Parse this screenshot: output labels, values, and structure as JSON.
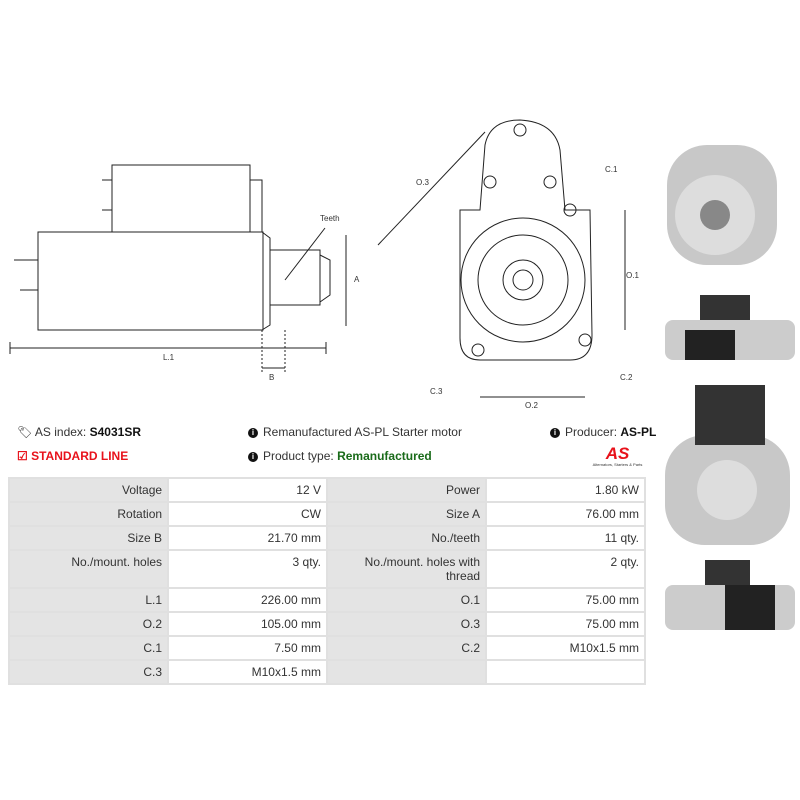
{
  "drawing_labels": {
    "teeth": "Teeth",
    "a": "A",
    "b": "B",
    "l1": "L.1",
    "o1": "O.1",
    "o2": "O.2",
    "o3": "O.3",
    "c1": "C.1",
    "c2": "C.2",
    "c3": "C.3"
  },
  "info": {
    "as_index_label": "AS index:",
    "as_index": "S4031SR",
    "line": "STANDARD LINE",
    "description": "Remanufactured AS-PL Starter motor",
    "product_type_label": "Product type:",
    "product_type": "Remanufactured",
    "producer_label": "Producer:",
    "producer": "AS-PL",
    "logo_text": "AS",
    "logo_tagline": "Alternators, Starters & Parts"
  },
  "colors": {
    "red": "#e8121b",
    "green": "#1a6b1a"
  },
  "specs": [
    [
      "Voltage",
      "12 V",
      "Power",
      "1.80 kW"
    ],
    [
      "Rotation",
      "CW",
      "Size A",
      "76.00 mm"
    ],
    [
      "Size B",
      "21.70 mm",
      "No./teeth",
      "11 qty."
    ],
    [
      "No./mount. holes",
      "3 qty.",
      "No./mount. holes with thread",
      "2 qty."
    ],
    [
      "L.1",
      "226.00 mm",
      "O.1",
      "75.00 mm"
    ],
    [
      "O.2",
      "105.00 mm",
      "O.3",
      "75.00 mm"
    ],
    [
      "C.1",
      "7.50 mm",
      "C.2",
      "M10x1.5 mm"
    ],
    [
      "C.3",
      "M10x1.5 mm",
      "",
      ""
    ]
  ]
}
